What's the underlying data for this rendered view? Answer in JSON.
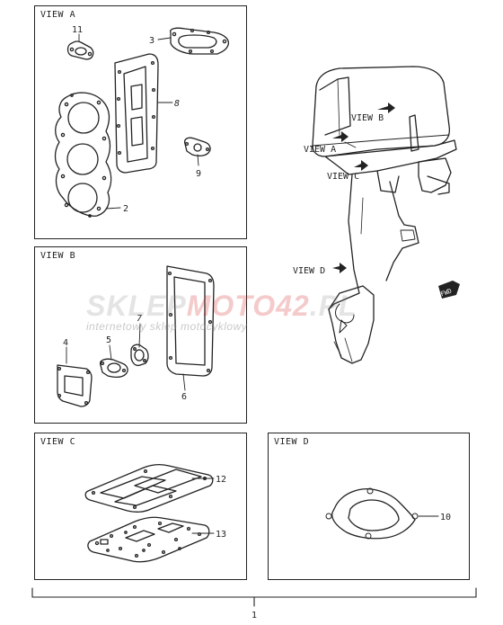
{
  "panels": {
    "view_a": {
      "title": "VIEW A"
    },
    "view_b": {
      "title": "VIEW B"
    },
    "view_c": {
      "title": "VIEW C"
    },
    "view_d": {
      "title": "VIEW D"
    }
  },
  "callouts": {
    "p1": "1",
    "p2": "2",
    "p3": "3",
    "p4": "4",
    "p5": "5",
    "p6": "6",
    "p7": "7",
    "p8": "8",
    "p9": "9",
    "p10": "10",
    "p11": "11",
    "p12": "12",
    "p13": "13"
  },
  "motor_labels": {
    "view_a": "VIEW A",
    "view_b": "VIEW B",
    "view_c": "VIEW C",
    "view_d": "VIEW D",
    "fwd": "FWD"
  },
  "watermark": {
    "part1": "SKLEP",
    "part2": "MOTO",
    "part3": "42",
    "part4": ".PL",
    "subtitle": "internetowy sklep motocyklowy"
  }
}
